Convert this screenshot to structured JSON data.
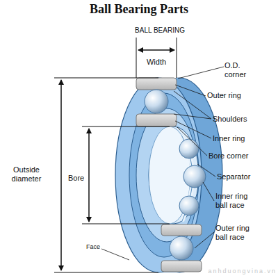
{
  "diagram": {
    "title": "Ball Bearing Parts",
    "labels": [
      "BALL BEARING",
      "Width",
      "O.D. corner",
      "Outer ring",
      "Shoulders",
      "Inner ring",
      "Bore corner",
      "Separator",
      "Inner ring ball race",
      "Outer ring ball race",
      "Outside diameter",
      "Bore",
      "Face",
      "anhduongvina.vn"
    ]
  }
}
